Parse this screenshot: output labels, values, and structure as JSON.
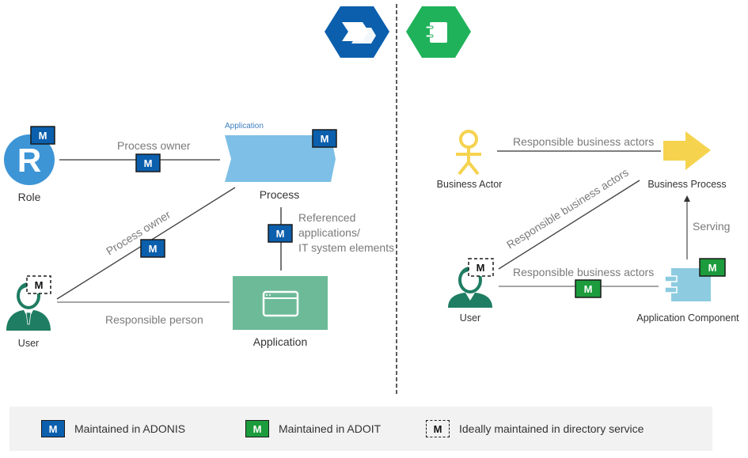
{
  "header": {
    "left_logo": {
      "icon": "double-chevron-right-icon",
      "color": "#0b5fad",
      "product": "ADONIS"
    },
    "right_logo": {
      "icon": "notebook-icon",
      "color": "#1fb25a",
      "product": "ADOIT"
    }
  },
  "colors": {
    "adonis_blue": "#0b5fad",
    "adoit_green": "#1c9c3c",
    "role_blue": "#3d95d6",
    "process_blue": "#7dbfe6",
    "application_green": "#6dba98",
    "user_teal": "#1e7d62",
    "business_yellow": "#f5d34f",
    "app_component_blue": "#8ccbe0"
  },
  "left": {
    "role": {
      "label": "Role",
      "glyph": "R",
      "badge": "M"
    },
    "process": {
      "label": "Process",
      "tag": "Application",
      "badge": "M"
    },
    "application": {
      "label": "Application",
      "icon": "browser-window-icon"
    },
    "user": {
      "label": "User",
      "badge": "M"
    },
    "edges": {
      "role_process": {
        "label": "Process owner",
        "badge": "M"
      },
      "user_process": {
        "label": "Process owner",
        "badge": "M"
      },
      "process_application": {
        "label_lines": [
          "Referenced",
          "applications/",
          "IT system elements"
        ],
        "badge": "M"
      },
      "user_application": {
        "label": "Responsible person"
      }
    }
  },
  "right": {
    "business_actor": {
      "label": "Business Actor"
    },
    "business_process": {
      "label": "Business Process"
    },
    "user": {
      "label": "User",
      "badge": "M"
    },
    "application_component": {
      "label": "Application Component",
      "badge": "M"
    },
    "edges": {
      "actor_process": {
        "label": "Responsible business actors"
      },
      "user_process": {
        "label": "Responsible business actors"
      },
      "user_component": {
        "label": "Responsible business actors",
        "badge": "M"
      },
      "component_process": {
        "label": "Serving"
      }
    }
  },
  "legend": {
    "items": [
      {
        "badge": "M",
        "style": "blue",
        "text": "Maintained in ADONIS"
      },
      {
        "badge": "M",
        "style": "green",
        "text": "Maintained in ADOIT"
      },
      {
        "badge": "M",
        "style": "dashed",
        "text": "Ideally maintained in directory service"
      }
    ]
  }
}
